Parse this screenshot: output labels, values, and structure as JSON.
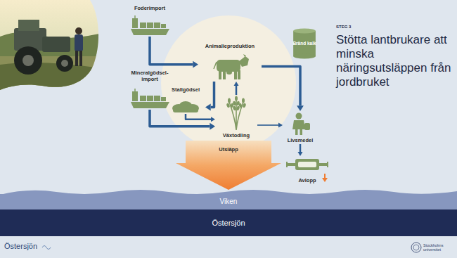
{
  "diagram": {
    "title": "Stötta lantbrukare att minska näringsutsläppen från jordbruket",
    "nodes": [
      {
        "text": [
          "Foderimport"
        ]
      },
      {
        "text": [
          "Mineralgödsel- import"
        ]
      },
      {
        "text": [
          "Animalieproduktion"
        ]
      },
      {
        "text": [
          "Stallgödsel"
        ]
      },
      {
        "text": [
          "Växtodling"
        ]
      },
      {
        "text": [
          "Livsmedel"
        ]
      },
      {
        "text": [
          "Avlopp"
        ]
      },
      {
        "text": [
          "Bränd kalk"
        ]
      },
      {
        "text": [
          "Utsläpp"
        ]
      },
      {
        "text": [
          "Viken"
        ]
      },
      {
        "text": [
          "Östersjön"
        ]
      }
    ],
    "edges": [
      {
        "from": 0,
        "to": 2,
        "arrow": "to"
      },
      {
        "from": 1,
        "to": 4,
        "arrow": "to"
      },
      {
        "from": 2,
        "to": 3,
        "arrow": "to"
      },
      {
        "from": 3,
        "to": 4,
        "arrow": "to"
      },
      {
        "from": 4,
        "to": 2,
        "arrow": "to"
      },
      {
        "from": 2,
        "to": 5,
        "arrow": "to"
      },
      {
        "from": 4,
        "to": 5,
        "arrow": "to"
      },
      {
        "from": 5,
        "to": 6,
        "arrow": "to"
      }
    ],
    "labels": [
      "STEG 3",
      "Östersjön",
      "Stockholms universitet"
    ]
  }
}
